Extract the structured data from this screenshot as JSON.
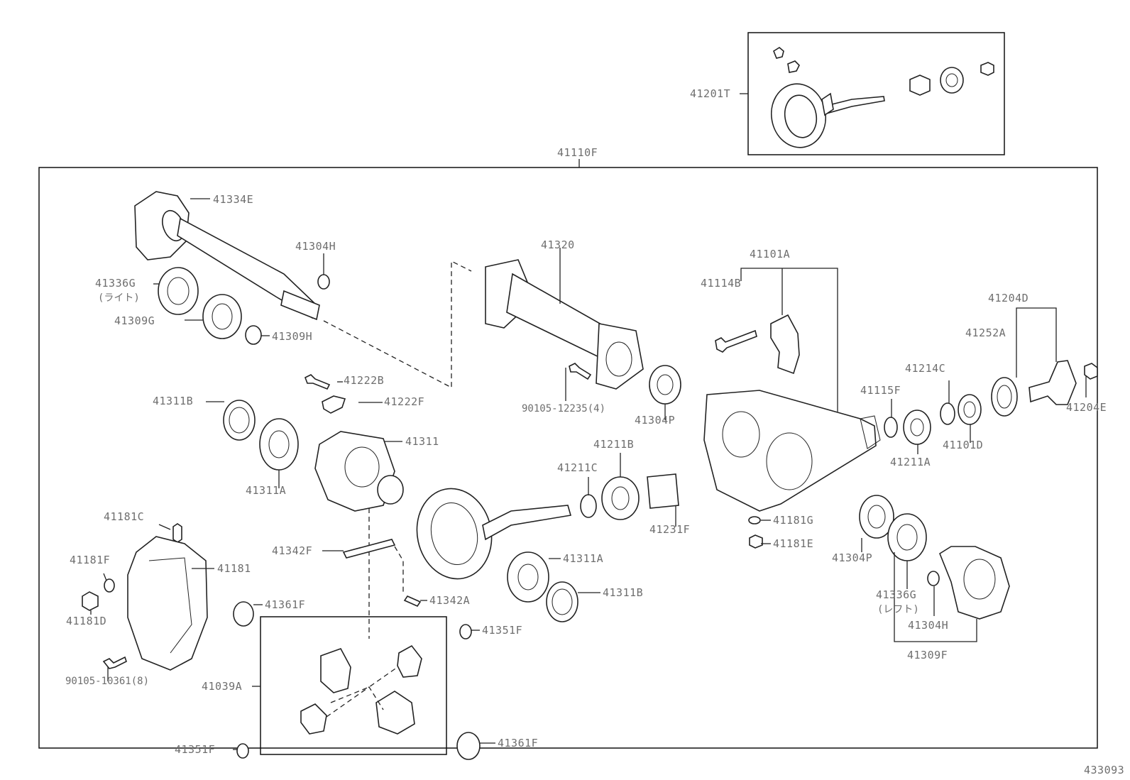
{
  "callouts": [
    {
      "id": "p41201T",
      "text": "41201T"
    },
    {
      "id": "p41110F",
      "text": "41110F"
    },
    {
      "id": "p41334E",
      "text": "41334E"
    },
    {
      "id": "p41304H_a",
      "text": "41304H"
    },
    {
      "id": "p41336G_a",
      "text": "41336G"
    },
    {
      "id": "p41336G_a_note",
      "text": "(ライト)"
    },
    {
      "id": "p41309G",
      "text": "41309G"
    },
    {
      "id": "p41309H",
      "text": "41309H"
    },
    {
      "id": "p41320",
      "text": "41320"
    },
    {
      "id": "p41101A",
      "text": "41101A"
    },
    {
      "id": "p41114B",
      "text": "41114B"
    },
    {
      "id": "p41204D",
      "text": "41204D"
    },
    {
      "id": "p41252A",
      "text": "41252A"
    },
    {
      "id": "p41214C",
      "text": "41214C"
    },
    {
      "id": "p41115F",
      "text": "41115F"
    },
    {
      "id": "p41222B",
      "text": "41222B"
    },
    {
      "id": "p41222F",
      "text": "41222F"
    },
    {
      "id": "p41311B_a",
      "text": "41311B"
    },
    {
      "id": "p90105_12235",
      "text": "90105-12235(4)"
    },
    {
      "id": "p41304P_a",
      "text": "41304P"
    },
    {
      "id": "p41204E",
      "text": "41204E"
    },
    {
      "id": "p41101D",
      "text": "41101D"
    },
    {
      "id": "p41211A",
      "text": "41211A"
    },
    {
      "id": "p41311",
      "text": "41311"
    },
    {
      "id": "p41211B",
      "text": "41211B"
    },
    {
      "id": "p41211C",
      "text": "41211C"
    },
    {
      "id": "p41311A_a",
      "text": "41311A"
    },
    {
      "id": "p41231F",
      "text": "41231F"
    },
    {
      "id": "p41181G",
      "text": "41181G"
    },
    {
      "id": "p41181E",
      "text": "41181E"
    },
    {
      "id": "p41181C",
      "text": "41181C"
    },
    {
      "id": "p41342F",
      "text": "41342F"
    },
    {
      "id": "p41304P_b",
      "text": "41304P"
    },
    {
      "id": "p41181F",
      "text": "41181F"
    },
    {
      "id": "p41181",
      "text": "41181"
    },
    {
      "id": "p41311A_b",
      "text": "41311A"
    },
    {
      "id": "p41311B_b",
      "text": "41311B"
    },
    {
      "id": "p41336G_b",
      "text": "41336G"
    },
    {
      "id": "p41336G_b_note",
      "text": "(レフト)"
    },
    {
      "id": "p41181D",
      "text": "41181D"
    },
    {
      "id": "p41342A",
      "text": "41342A"
    },
    {
      "id": "p41361F_a",
      "text": "41361F"
    },
    {
      "id": "p41304H_b",
      "text": "41304H"
    },
    {
      "id": "p41351F_a",
      "text": "41351F"
    },
    {
      "id": "p41309F",
      "text": "41309F"
    },
    {
      "id": "p90105_10361",
      "text": "90105-10361(8)"
    },
    {
      "id": "p41039A",
      "text": "41039A"
    },
    {
      "id": "p41351F_b",
      "text": "41351F"
    },
    {
      "id": "p41361F_b",
      "text": "41361F"
    },
    {
      "id": "fig_no",
      "text": "433093"
    }
  ]
}
